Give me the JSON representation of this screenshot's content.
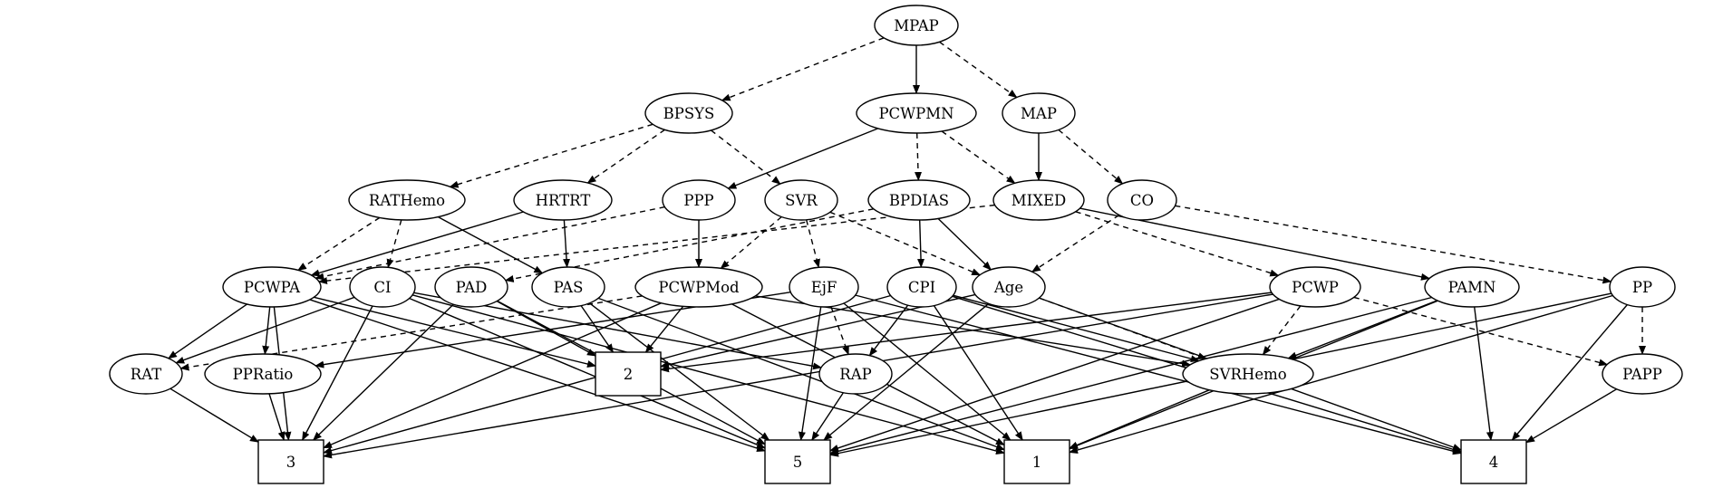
{
  "diagram": {
    "nodes": [
      {
        "id": "MPAP",
        "label": "MPAP",
        "shape": "ellipse"
      },
      {
        "id": "BPSYS",
        "label": "BPSYS",
        "shape": "ellipse"
      },
      {
        "id": "PCWPMN",
        "label": "PCWPMN",
        "shape": "ellipse"
      },
      {
        "id": "MAP",
        "label": "MAP",
        "shape": "ellipse"
      },
      {
        "id": "RATHemo",
        "label": "RATHemo",
        "shape": "ellipse"
      },
      {
        "id": "HRTRT",
        "label": "HRTRT",
        "shape": "ellipse"
      },
      {
        "id": "PPP",
        "label": "PPP",
        "shape": "ellipse"
      },
      {
        "id": "SVR",
        "label": "SVR",
        "shape": "ellipse"
      },
      {
        "id": "BPDIAS",
        "label": "BPDIAS",
        "shape": "ellipse"
      },
      {
        "id": "MIXED",
        "label": "MIXED",
        "shape": "ellipse"
      },
      {
        "id": "CO",
        "label": "CO",
        "shape": "ellipse"
      },
      {
        "id": "PCWPA",
        "label": "PCWPA",
        "shape": "ellipse"
      },
      {
        "id": "CI",
        "label": "CI",
        "shape": "ellipse"
      },
      {
        "id": "PAD",
        "label": "PAD",
        "shape": "ellipse"
      },
      {
        "id": "PAS",
        "label": "PAS",
        "shape": "ellipse"
      },
      {
        "id": "PCWPMod",
        "label": "PCWPMod",
        "shape": "ellipse"
      },
      {
        "id": "EjF",
        "label": "EjF",
        "shape": "ellipse"
      },
      {
        "id": "CPI",
        "label": "CPI",
        "shape": "ellipse"
      },
      {
        "id": "Age",
        "label": "Age",
        "shape": "ellipse"
      },
      {
        "id": "PCWP",
        "label": "PCWP",
        "shape": "ellipse"
      },
      {
        "id": "PAMN",
        "label": "PAMN",
        "shape": "ellipse"
      },
      {
        "id": "PP",
        "label": "PP",
        "shape": "ellipse"
      },
      {
        "id": "RAT",
        "label": "RAT",
        "shape": "ellipse"
      },
      {
        "id": "PPRatio",
        "label": "PPRatio",
        "shape": "ellipse"
      },
      {
        "id": "RAP",
        "label": "RAP",
        "shape": "ellipse"
      },
      {
        "id": "SVRHemo",
        "label": "SVRHemo",
        "shape": "ellipse"
      },
      {
        "id": "PAPP",
        "label": "PAPP",
        "shape": "ellipse"
      },
      {
        "id": "n2",
        "label": "2",
        "shape": "box"
      },
      {
        "id": "n3",
        "label": "3",
        "shape": "box"
      },
      {
        "id": "n5",
        "label": "5",
        "shape": "box"
      },
      {
        "id": "n1",
        "label": "1",
        "shape": "box"
      },
      {
        "id": "n4",
        "label": "4",
        "shape": "box"
      }
    ],
    "edges": [
      {
        "from": "MPAP",
        "to": "BPSYS",
        "style": "dashed"
      },
      {
        "from": "MPAP",
        "to": "PCWPMN",
        "style": "solid"
      },
      {
        "from": "MPAP",
        "to": "MAP",
        "style": "dashed"
      },
      {
        "from": "BPSYS",
        "to": "RATHemo",
        "style": "dashed"
      },
      {
        "from": "BPSYS",
        "to": "HRTRT",
        "style": "dashed"
      },
      {
        "from": "BPSYS",
        "to": "SVR",
        "style": "dashed"
      },
      {
        "from": "PCWPMN",
        "to": "PPP",
        "style": "solid"
      },
      {
        "from": "PCWPMN",
        "to": "BPDIAS",
        "style": "dashed"
      },
      {
        "from": "PCWPMN",
        "to": "MIXED",
        "style": "dashed"
      },
      {
        "from": "MAP",
        "to": "MIXED",
        "style": "solid"
      },
      {
        "from": "MAP",
        "to": "CO",
        "style": "dashed"
      },
      {
        "from": "RATHemo",
        "to": "PCWPA",
        "style": "dashed"
      },
      {
        "from": "RATHemo",
        "to": "CI",
        "style": "dashed"
      },
      {
        "from": "HRTRT",
        "to": "PCWPA",
        "style": "solid"
      },
      {
        "from": "HRTRT",
        "to": "PAS",
        "style": "solid"
      },
      {
        "from": "RATHemo",
        "to": "PAS",
        "style": "solid"
      },
      {
        "from": "PPP",
        "to": "PCWPA",
        "style": "dashed"
      },
      {
        "from": "PPP",
        "to": "PCWPMod",
        "style": "solid"
      },
      {
        "from": "SVR",
        "to": "PCWPMod",
        "style": "dashed"
      },
      {
        "from": "SVR",
        "to": "EjF",
        "style": "dashed"
      },
      {
        "from": "SVR",
        "to": "Age",
        "style": "dashed"
      },
      {
        "from": "BPDIAS",
        "to": "PAD",
        "style": "dashed"
      },
      {
        "from": "BPDIAS",
        "to": "CPI",
        "style": "solid"
      },
      {
        "from": "BPDIAS",
        "to": "Age",
        "style": "solid"
      },
      {
        "from": "MIXED",
        "to": "PCWPA",
        "style": "dashed"
      },
      {
        "from": "MIXED",
        "to": "PCWP",
        "style": "dashed"
      },
      {
        "from": "MIXED",
        "to": "PAMN",
        "style": "solid"
      },
      {
        "from": "CO",
        "to": "Age",
        "style": "dashed"
      },
      {
        "from": "CO",
        "to": "PP",
        "style": "dashed"
      },
      {
        "from": "PCWPA",
        "to": "RAT",
        "style": "solid"
      },
      {
        "from": "PCWPA",
        "to": "PPRatio",
        "style": "solid"
      },
      {
        "from": "PCWPA",
        "to": "n2",
        "style": "solid"
      },
      {
        "from": "PCWPA",
        "to": "n3",
        "style": "solid"
      },
      {
        "from": "PCWPA",
        "to": "n5",
        "style": "solid"
      },
      {
        "from": "CI",
        "to": "RAT",
        "style": "solid"
      },
      {
        "from": "CI",
        "to": "RAP",
        "style": "solid"
      },
      {
        "from": "CI",
        "to": "n3",
        "style": "solid"
      },
      {
        "from": "CI",
        "to": "n5",
        "style": "solid"
      },
      {
        "from": "CI",
        "to": "n1",
        "style": "solid"
      },
      {
        "from": "PAD",
        "to": "n2",
        "style": "solid"
      },
      {
        "from": "PAD",
        "to": "n3",
        "style": "solid"
      },
      {
        "from": "PAD",
        "to": "n5",
        "style": "solid"
      },
      {
        "from": "PAS",
        "to": "n2",
        "style": "solid"
      },
      {
        "from": "PAS",
        "to": "n5",
        "style": "solid"
      },
      {
        "from": "PAS",
        "to": "n1",
        "style": "solid"
      },
      {
        "from": "PCWPMod",
        "to": "RAT",
        "style": "dashed"
      },
      {
        "from": "PCWPMod",
        "to": "n2",
        "style": "solid"
      },
      {
        "from": "PCWPMod",
        "to": "n3",
        "style": "solid"
      },
      {
        "from": "PCWPMod",
        "to": "n1",
        "style": "solid"
      },
      {
        "from": "PCWPMod",
        "to": "SVRHemo",
        "style": "solid"
      },
      {
        "from": "EjF",
        "to": "PPRatio",
        "style": "solid"
      },
      {
        "from": "EjF",
        "to": "RAP",
        "style": "dashed"
      },
      {
        "from": "EjF",
        "to": "n5",
        "style": "solid"
      },
      {
        "from": "EjF",
        "to": "n1",
        "style": "solid"
      },
      {
        "from": "EjF",
        "to": "n4",
        "style": "solid"
      },
      {
        "from": "CPI",
        "to": "RAP",
        "style": "solid"
      },
      {
        "from": "CPI",
        "to": "n3",
        "style": "solid"
      },
      {
        "from": "CPI",
        "to": "SVRHemo",
        "style": "solid"
      },
      {
        "from": "CPI",
        "to": "n1",
        "style": "solid"
      },
      {
        "from": "CPI",
        "to": "n4",
        "style": "solid"
      },
      {
        "from": "Age",
        "to": "n2",
        "style": "solid"
      },
      {
        "from": "Age",
        "to": "n5",
        "style": "solid"
      },
      {
        "from": "Age",
        "to": "SVRHemo",
        "style": "dashed"
      },
      {
        "from": "Age",
        "to": "n4",
        "style": "solid"
      },
      {
        "from": "PCWP",
        "to": "n2",
        "style": "solid"
      },
      {
        "from": "PCWP",
        "to": "SVRHemo",
        "style": "dashed"
      },
      {
        "from": "PCWP",
        "to": "PAPP",
        "style": "dashed"
      },
      {
        "from": "PCWP",
        "to": "n3",
        "style": "solid"
      },
      {
        "from": "PCWP",
        "to": "n5",
        "style": "solid"
      },
      {
        "from": "PAMN",
        "to": "SVRHemo",
        "style": "solid"
      },
      {
        "from": "PAMN",
        "to": "n5",
        "style": "solid"
      },
      {
        "from": "PAMN",
        "to": "n1",
        "style": "solid"
      },
      {
        "from": "PAMN",
        "to": "n4",
        "style": "solid"
      },
      {
        "from": "PP",
        "to": "PAPP",
        "style": "dashed"
      },
      {
        "from": "PP",
        "to": "n5",
        "style": "solid"
      },
      {
        "from": "PP",
        "to": "n1",
        "style": "solid"
      },
      {
        "from": "PP",
        "to": "n4",
        "style": "solid"
      },
      {
        "from": "RAT",
        "to": "n3",
        "style": "solid"
      },
      {
        "from": "PPRatio",
        "to": "n3",
        "style": "solid"
      },
      {
        "from": "RAP",
        "to": "n5",
        "style": "solid"
      },
      {
        "from": "SVRHemo",
        "to": "n1",
        "style": "solid"
      },
      {
        "from": "PAPP",
        "to": "n4",
        "style": "solid"
      }
    ]
  }
}
